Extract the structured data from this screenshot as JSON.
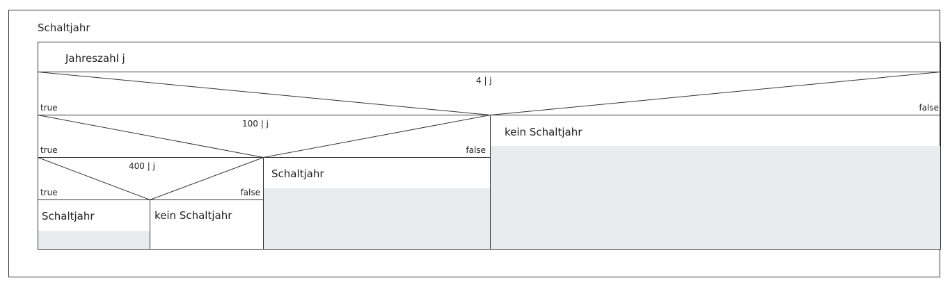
{
  "program": {
    "title": "Schaltjahr"
  },
  "input_block": {
    "text": "Jahreszahl j"
  },
  "decision_1": {
    "condition": "4 | j",
    "true_label": "true",
    "false_label": "false",
    "false_branch_text": "kein Schaltjahr"
  },
  "decision_2": {
    "condition": "100 | j",
    "true_label": "true",
    "false_label": "false",
    "false_branch_text": "Schaltjahr"
  },
  "decision_3": {
    "condition": "400 | j",
    "true_label": "true",
    "false_label": "false",
    "true_branch_text": "Schaltjahr",
    "false_branch_text": "kein Schaltjahr"
  },
  "colors": {
    "border": "#333333",
    "empty_fill": "#e9ecec",
    "background": "#ffffff"
  }
}
